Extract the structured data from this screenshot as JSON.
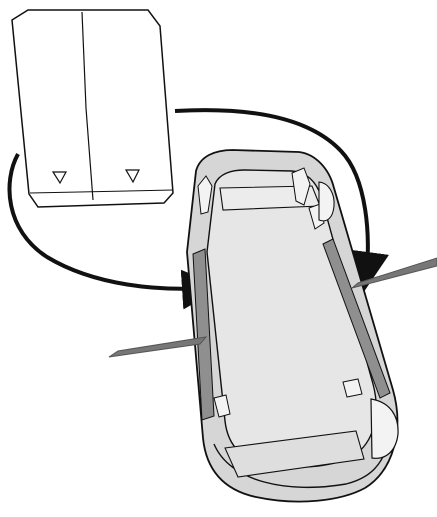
{
  "diagram": {
    "colors": {
      "stroke": "#111111",
      "paper": "#ffffff",
      "body_fill": "#d6d6d6",
      "inner_fill": "#e6e6e6",
      "strip_fill": "#8f8f8f",
      "pointer_fill": "#777777"
    },
    "elements": {
      "sheet": "folded-adhesive-sheet",
      "arrows": [
        "curved-arrow-left",
        "curved-arrow-right"
      ],
      "target": "device-cradle-underside",
      "strips": [
        "adhesive-strip-left",
        "adhesive-strip-right"
      ],
      "pointers": [
        "pointer-left",
        "pointer-right"
      ]
    }
  }
}
